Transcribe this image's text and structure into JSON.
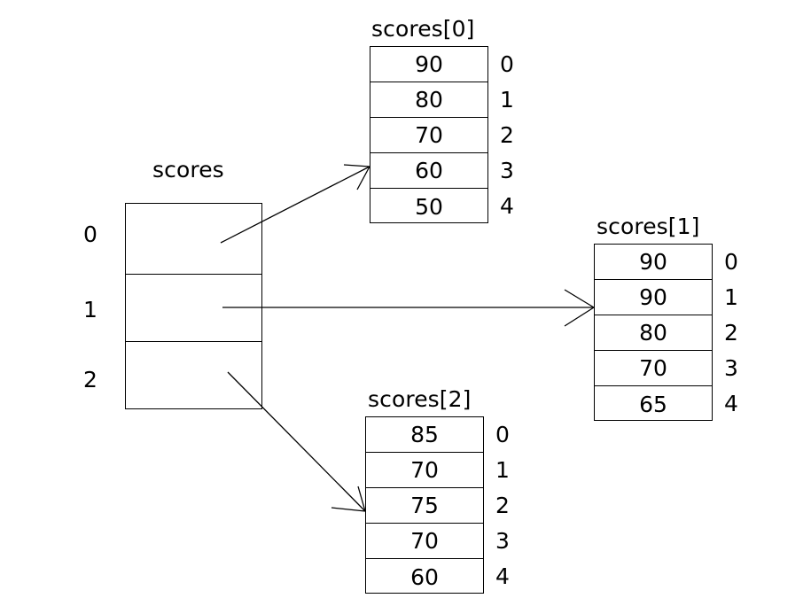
{
  "diagram": {
    "title_pointer_array": "scores",
    "pointer_array": {
      "name": "scores",
      "indices": [
        "0",
        "1",
        "2"
      ],
      "cells": [
        "",
        "",
        ""
      ]
    },
    "sub_arrays": [
      {
        "title": "scores[0]",
        "indices": [
          "0",
          "1",
          "2",
          "3",
          "4"
        ],
        "values": [
          "90",
          "80",
          "70",
          "60",
          "50"
        ]
      },
      {
        "title": "scores[1]",
        "indices": [
          "0",
          "1",
          "2",
          "3",
          "4"
        ],
        "values": [
          "90",
          "90",
          "80",
          "70",
          "65"
        ]
      },
      {
        "title": "scores[2]",
        "indices": [
          "0",
          "1",
          "2",
          "3",
          "4"
        ],
        "values": [
          "85",
          "70",
          "75",
          "70",
          "60"
        ]
      }
    ],
    "arrows": [
      {
        "name": "arrow-scores-0-to-scores0",
        "from_index": "0",
        "to": "scores[0]"
      },
      {
        "name": "arrow-scores-1-to-scores1",
        "from_index": "1",
        "to": "scores[1]"
      },
      {
        "name": "arrow-scores-2-to-scores2",
        "from_index": "2",
        "to": "scores[2]"
      }
    ],
    "colors": {
      "background": "#ffffff",
      "stroke": "#000000",
      "text": "#000000"
    }
  }
}
